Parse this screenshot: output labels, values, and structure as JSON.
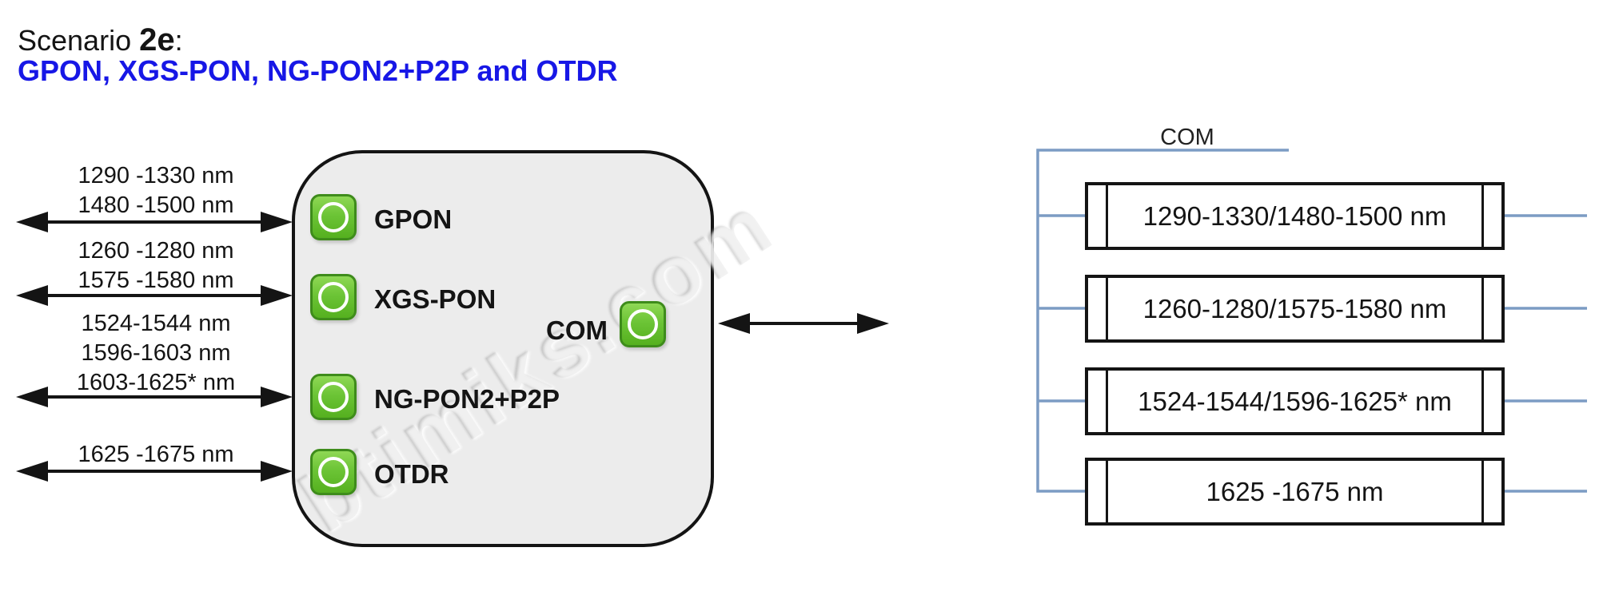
{
  "title": {
    "prefix": "Scenario",
    "scenario_id": "2e",
    "colon": ":",
    "subtitle": "GPON, XGS-PON, NG-PON2+P2P and OTDR"
  },
  "colors": {
    "subtitle_blue": "#1717E6",
    "port_green": "#6CC436",
    "port_green_border": "#3E8C1B",
    "device_fill": "#ECECEC",
    "outline_black": "#141414",
    "connector_blue": "#7C9CC4"
  },
  "left_arrows": [
    {
      "lines": [
        "1290 -1330 nm",
        "1480 -1500 nm"
      ]
    },
    {
      "lines": [
        "1260 -1280 nm",
        "1575 -1580 nm"
      ]
    },
    {
      "lines": [
        "1524-1544 nm",
        "1596-1603 nm",
        "1603-1625* nm"
      ]
    },
    {
      "lines": [
        "1625 -1675 nm"
      ]
    }
  ],
  "device": {
    "watermark": "btimiks.com",
    "ports": [
      {
        "label": "GPON"
      },
      {
        "label": "XGS-PON"
      },
      {
        "label": "NG-PON2+P2P"
      },
      {
        "label": "OTDR"
      }
    ],
    "com_label": "COM"
  },
  "right_panel": {
    "com_label": "COM",
    "filters": [
      {
        "label": "1290-1330/1480-1500 nm"
      },
      {
        "label": "1260-1280/1575-1580 nm"
      },
      {
        "label": "1524-1544/1596-1625* nm"
      },
      {
        "label": "1625 -1675 nm"
      }
    ]
  }
}
